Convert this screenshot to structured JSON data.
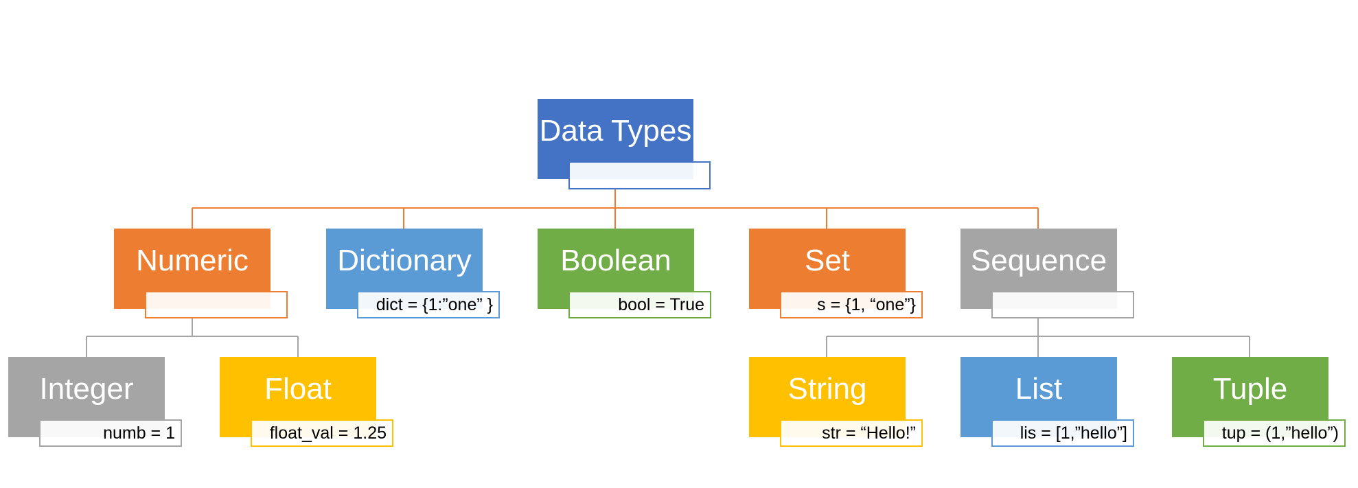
{
  "colors": {
    "blue_dark": "#4472C4",
    "orange": "#ED7D31",
    "blue_light": "#5B9BD5",
    "green": "#70AD47",
    "gray": "#A5A5A5",
    "yellow": "#FFC000",
    "connector_top": "#ED7D31",
    "connector_gray": "#A5A5A5"
  },
  "nodes": {
    "root": {
      "label": "Data Types",
      "example": "",
      "color": "#4472C4",
      "border": "#4472C4"
    },
    "numeric": {
      "label": "Numeric",
      "example": "",
      "color": "#ED7D31",
      "border": "#ED7D31"
    },
    "dictionary": {
      "label": "Dictionary",
      "example": "dict = {1:”one” }",
      "color": "#5B9BD5",
      "border": "#5B9BD5"
    },
    "boolean": {
      "label": "Boolean",
      "example": "bool = True",
      "color": "#70AD47",
      "border": "#70AD47"
    },
    "set": {
      "label": "Set",
      "example": "s = {1, “one”}",
      "color": "#ED7D31",
      "border": "#ED7D31"
    },
    "sequence": {
      "label": "Sequence",
      "example": "",
      "color": "#A5A5A5",
      "border": "#A5A5A5"
    },
    "integer": {
      "label": "Integer",
      "example": "numb = 1",
      "color": "#A5A5A5",
      "border": "#A5A5A5"
    },
    "float": {
      "label": "Float",
      "example": "float_val = 1.25",
      "color": "#FFC000",
      "border": "#FFC000"
    },
    "string": {
      "label": "String",
      "example": "str = “Hello!”",
      "color": "#FFC000",
      "border": "#FFC000"
    },
    "list": {
      "label": "List",
      "example": "lis = [1,”hello”]",
      "color": "#5B9BD5",
      "border": "#5B9BD5"
    },
    "tuple": {
      "label": "Tuple",
      "example": "tup = (1,”hello”)",
      "color": "#70AD47",
      "border": "#70AD47"
    }
  }
}
